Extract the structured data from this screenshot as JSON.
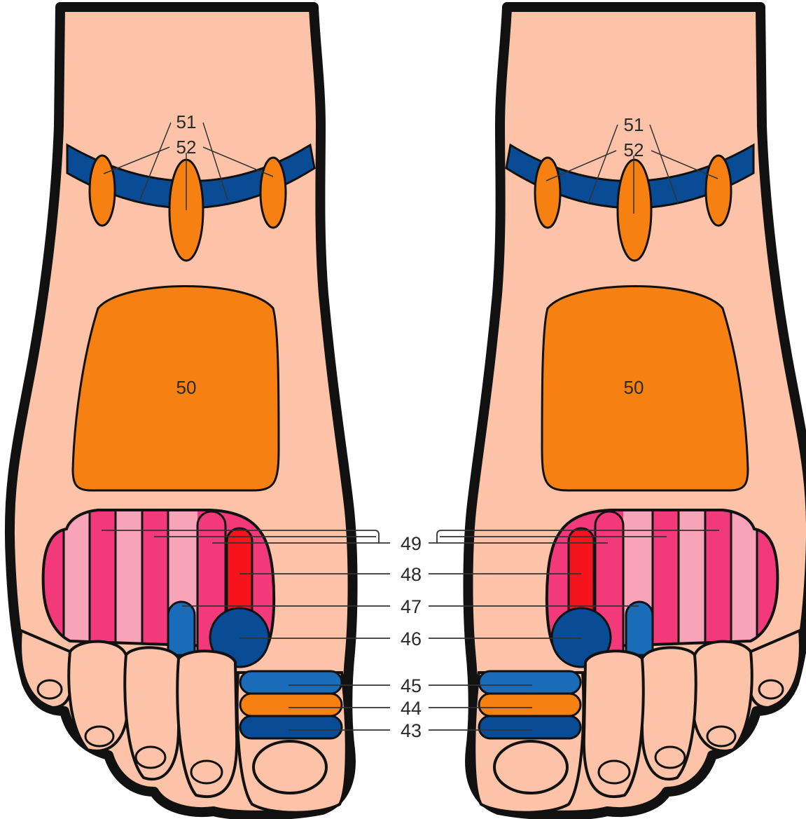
{
  "labels": {
    "l43": "43",
    "l44": "44",
    "l45": "45",
    "l46": "46",
    "l47": "47",
    "l48": "48",
    "l49": "49",
    "l50": "50",
    "l51": "51",
    "l52": "52"
  },
  "colors": {
    "skin": "#fcc3a8",
    "outline": "#111111",
    "orange": "#f68112",
    "dark_blue": "#0a4b96",
    "mid_blue": "#1a6bb8",
    "red": "#f5141c",
    "pink": "#f23a7a",
    "light_pink": "#f7a3b8"
  }
}
